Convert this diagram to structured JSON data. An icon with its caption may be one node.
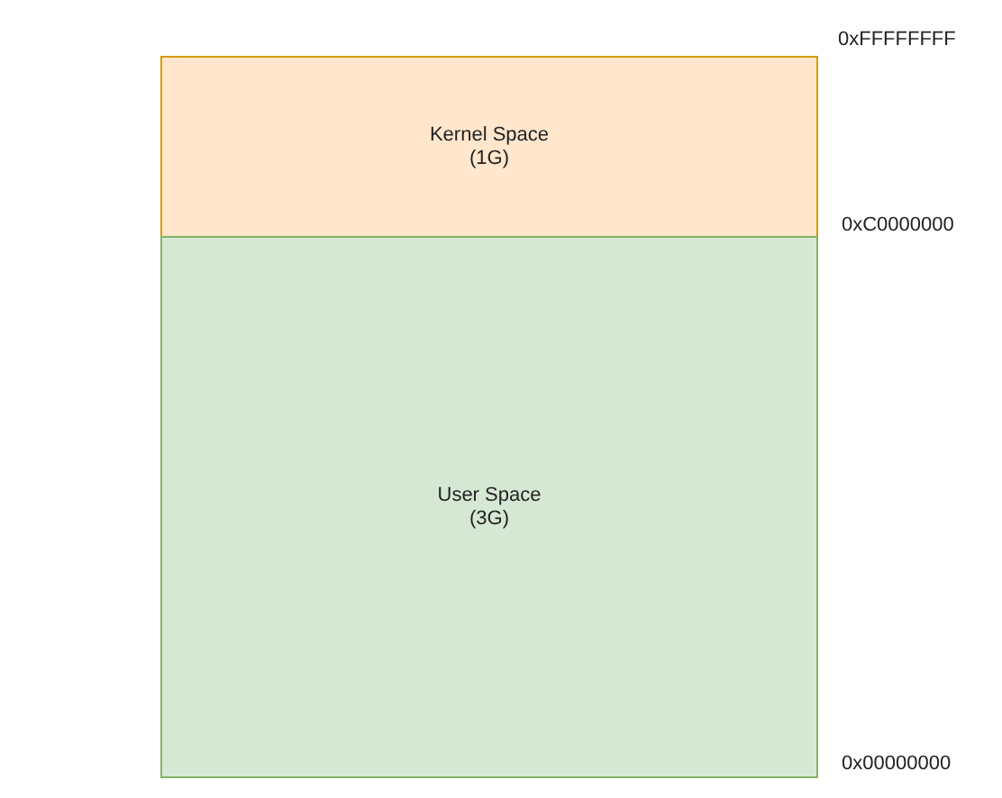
{
  "diagram": {
    "nodes": [
      {
        "text": [
          "Kernel Space (1G)"
        ]
      },
      {
        "text": [
          "User Space (3G)"
        ]
      }
    ],
    "labels": [
      "0xFFFFFFFF",
      "0xC0000000",
      "0x00000000"
    ]
  }
}
